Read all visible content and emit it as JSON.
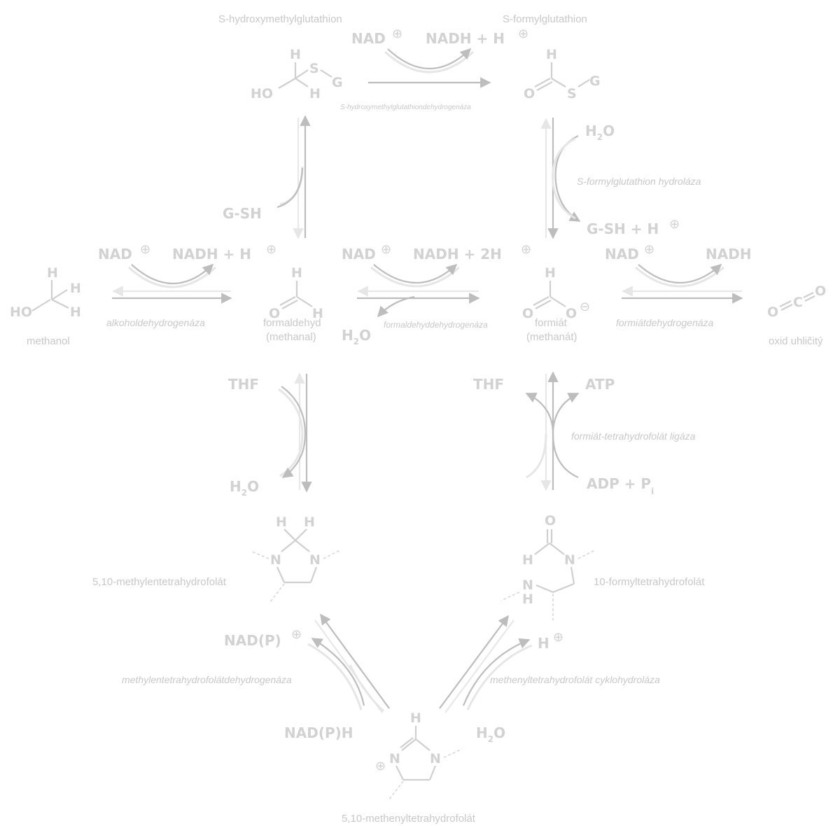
{
  "compounds": {
    "methanol": "methanol",
    "formaldehyde": "formaldehyd",
    "formaldehyde_alt": "(methanal)",
    "formate": "formiát",
    "formate_alt": "(methanát)",
    "co2": "oxid uhličitý",
    "s_hmg": "S-hydroxymethylglutathion",
    "s_fg": "S-formylglutathion",
    "methylene_thf": "5,10-methylentetrahydrofolát",
    "formyl_thf": "10-formyltetrahydrofolát",
    "methenyl_thf": "5,10-methenyltetrahydrofolát"
  },
  "enzymes": {
    "adh": "alkoholdehydrogenáza",
    "fadh": "formaldehyddehydrogenáza",
    "fdh": "formiátdehydrogenáza",
    "hmgdh": "S-hydroxymethylglutathiondehydrogenáza",
    "fgh": "S-formylglutathion hydroláza",
    "ftl": "formiát-tetrahydrofolát ligáza",
    "mthfd": "methylentetrahydrofolátdehydrogenáza",
    "mthfc": "methenyltetrahydrofolát cyklohydroláza"
  },
  "cofactors": {
    "nad": "NAD",
    "nadh_h": "NADH + H",
    "nadh_2h": "NADH + 2H",
    "nadh": "NADH",
    "h2o": "H",
    "h2o_sub": "2",
    "h2o_o": "O",
    "gsh": "G-SH",
    "gsh_h": "G-SH + H",
    "thf": "THF",
    "atp": "ATP",
    "adp_p": "ADP + P",
    "adp_sub": "i",
    "nadp_plus": "NAD(P)",
    "nadph": "NAD(P)H",
    "h_plus": "H",
    "plus_sign": "⊕",
    "minus_sign": "⊖"
  },
  "atoms": {
    "H": "H",
    "O": "O",
    "N": "N",
    "S": "S",
    "G": "G",
    "C": "C",
    "HO": "HO"
  }
}
